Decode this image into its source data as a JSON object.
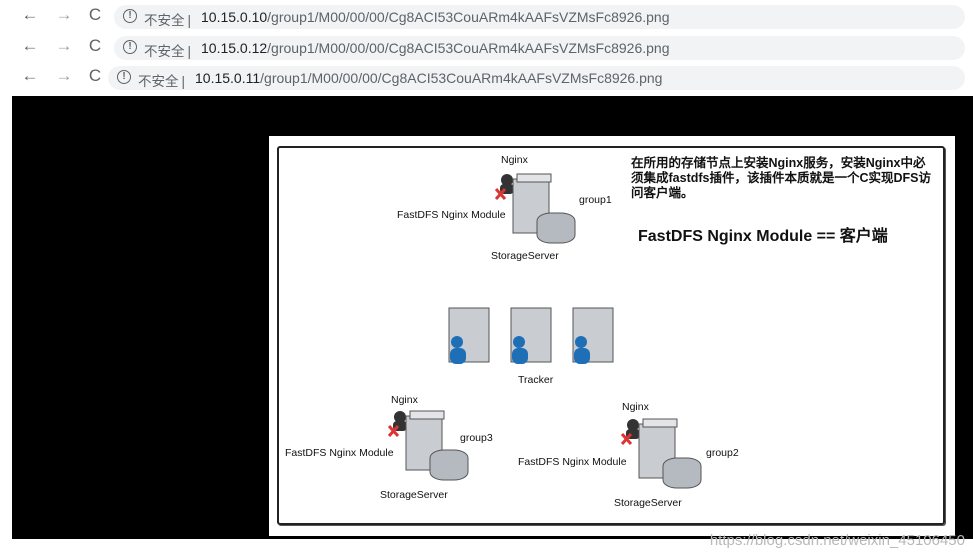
{
  "address_bars": [
    {
      "insecure_label": "不安全",
      "separator": "|",
      "host": "10.15.0.10",
      "path": "/group1/M00/00/00/Cg8ACI53CouARm4kAAFsVZMsFc8926.png"
    },
    {
      "insecure_label": "不安全",
      "separator": "|",
      "host": "10.15.0.12",
      "path": "/group1/M00/00/00/Cg8ACI53CouARm4kAAFsVZMsFc8926.png"
    },
    {
      "insecure_label": "不安全",
      "separator": "|",
      "host": "10.15.0.11",
      "path": "/group1/M00/00/00/Cg8ACI53CouARm4kAAFsVZMsFc8926.png"
    }
  ],
  "nav_icons": {
    "back": "←",
    "forward": "→",
    "reload": "C",
    "info": "!"
  },
  "diagram": {
    "description": "在所用的存储节点上安装Nginx服务，安装Nginx中必须集成fastdfs插件，该插件本质就是一个C实现DFS访问客户端。",
    "headline": "FastDFS Nginx Module == 客户端",
    "tracker_label": "Tracker",
    "groups": [
      {
        "nginx": "Nginx",
        "module": "FastDFS Nginx Module",
        "group": "group1",
        "server": "StorageServer"
      },
      {
        "nginx": "Nginx",
        "module": "FastDFS Nginx Module",
        "group": "group3",
        "server": "StorageServer"
      },
      {
        "nginx": "Nginx",
        "module": "FastDFS Nginx Module",
        "group": "group2",
        "server": "StorageServer"
      }
    ]
  },
  "watermark": "https://blog.csdn.net/weixin_45106450"
}
